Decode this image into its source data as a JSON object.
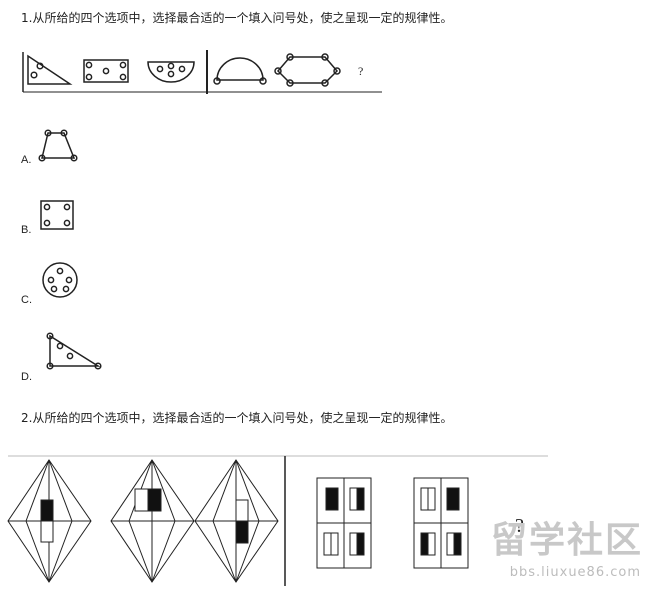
{
  "question1": {
    "text": "1.从所给的四个选项中，选择最合适的一个填入问号处，使之呈现一定的规律性。",
    "question_mark": "?",
    "option_labels": [
      "A.",
      "B.",
      "C.",
      "D."
    ]
  },
  "question2": {
    "text": "2.从所给的四个选项中，选择最合适的一个填入问号处，使之呈现一定的规律性。",
    "question_mark": "?"
  },
  "watermark": {
    "text": "留学社区",
    "url": "bbs.liuxue86.com"
  },
  "colors": {
    "ink": "#222222",
    "watermark": "#c8c8c8"
  }
}
